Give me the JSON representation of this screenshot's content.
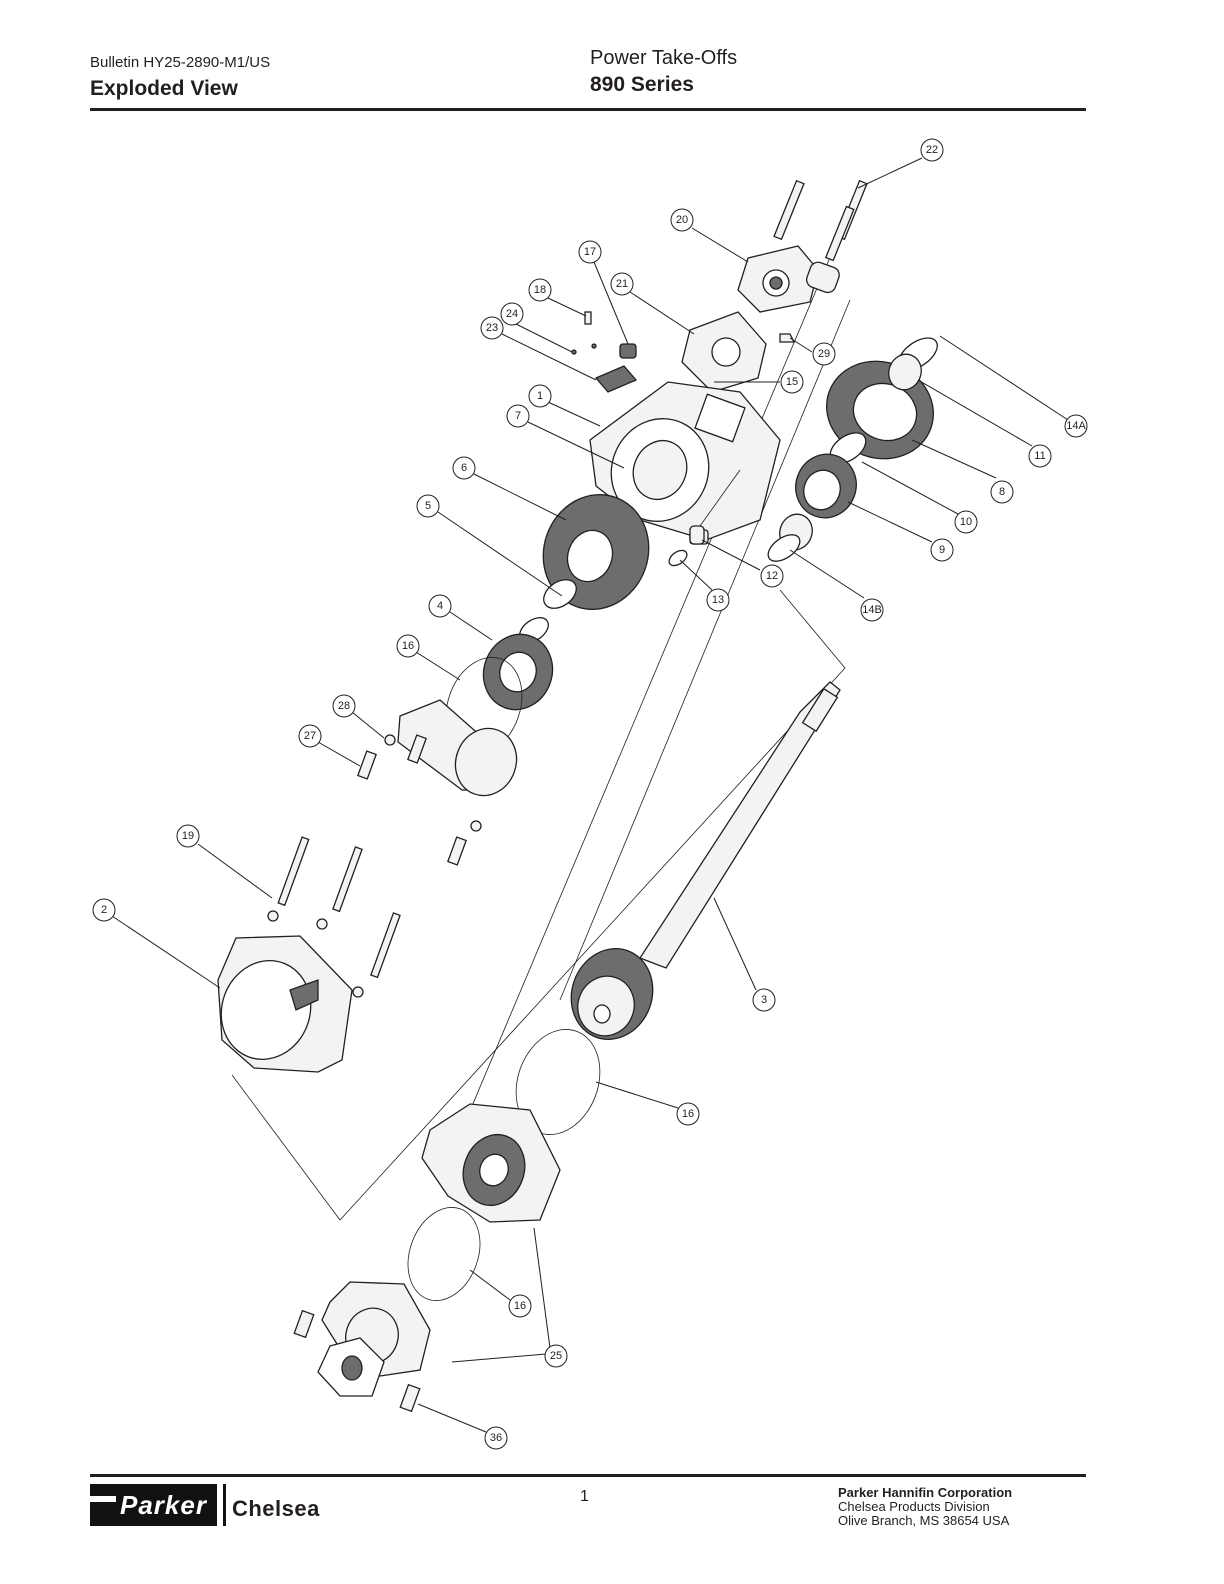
{
  "header": {
    "bulletin": "Bulletin HY25-2890-M1/US",
    "section_title": "Exploded View",
    "product_line": "Power Take-Offs",
    "series": "890 Series"
  },
  "diagram": {
    "callouts": [
      "22",
      "20",
      "17",
      "18",
      "21",
      "23",
      "24",
      "29",
      "15",
      "14A",
      "1",
      "7",
      "11",
      "8",
      "10",
      "6",
      "9",
      "5",
      "12",
      "13",
      "14B",
      "4",
      "16",
      "28",
      "27",
      "19",
      "2",
      "3",
      "16",
      "16",
      "25",
      "36"
    ]
  },
  "footer": {
    "page_number": "1",
    "logo_parker": "Parker",
    "logo_chelsea": "Chelsea",
    "company_name": "Parker Hannifin Corporation",
    "division": "Chelsea Products Division",
    "address": "Olive Branch, MS 38654  USA"
  }
}
